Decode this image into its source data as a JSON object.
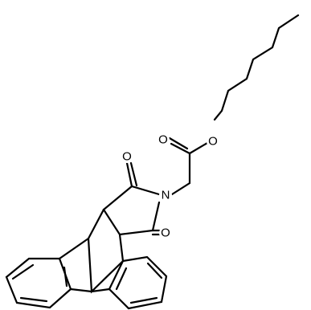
{
  "molecule": {
    "atoms": {
      "O_carbonyl_top": "O",
      "O_carbonyl_bottom": "O",
      "N_imide": "N",
      "O_ester_carbonyl": "O",
      "O_ester_ether": "O"
    }
  }
}
